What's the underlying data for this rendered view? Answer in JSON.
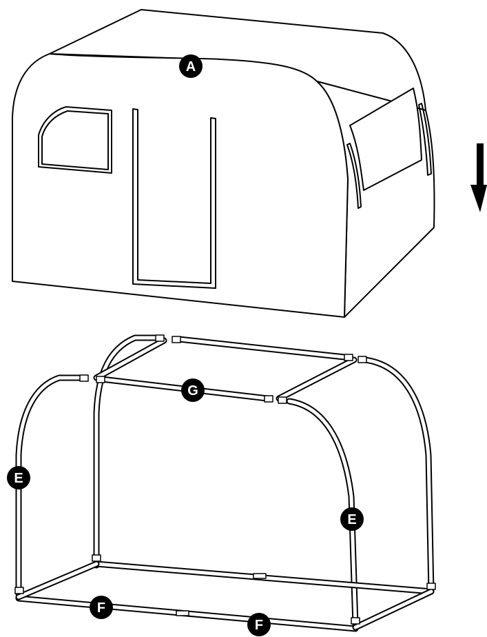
{
  "diagram": {
    "type": "assembly-instruction",
    "parts": {
      "cover": {
        "label": "A",
        "description_shown": false
      },
      "frame": {
        "labels": [
          "E",
          "E",
          "F",
          "F",
          "G"
        ]
      }
    },
    "callouts": [
      {
        "id": "cover",
        "label": "A"
      },
      {
        "id": "side-arch-left",
        "label": "E"
      },
      {
        "id": "side-arch-right",
        "label": "E"
      },
      {
        "id": "base-bar-left",
        "label": "F"
      },
      {
        "id": "base-bar-right",
        "label": "F"
      },
      {
        "id": "top-bar",
        "label": "G"
      }
    ],
    "arrow": {
      "direction": "down",
      "icon": "down-arrow-icon"
    },
    "colors": {
      "line": "#000000",
      "fill": "#ffffff",
      "callout": "#000000"
    }
  }
}
